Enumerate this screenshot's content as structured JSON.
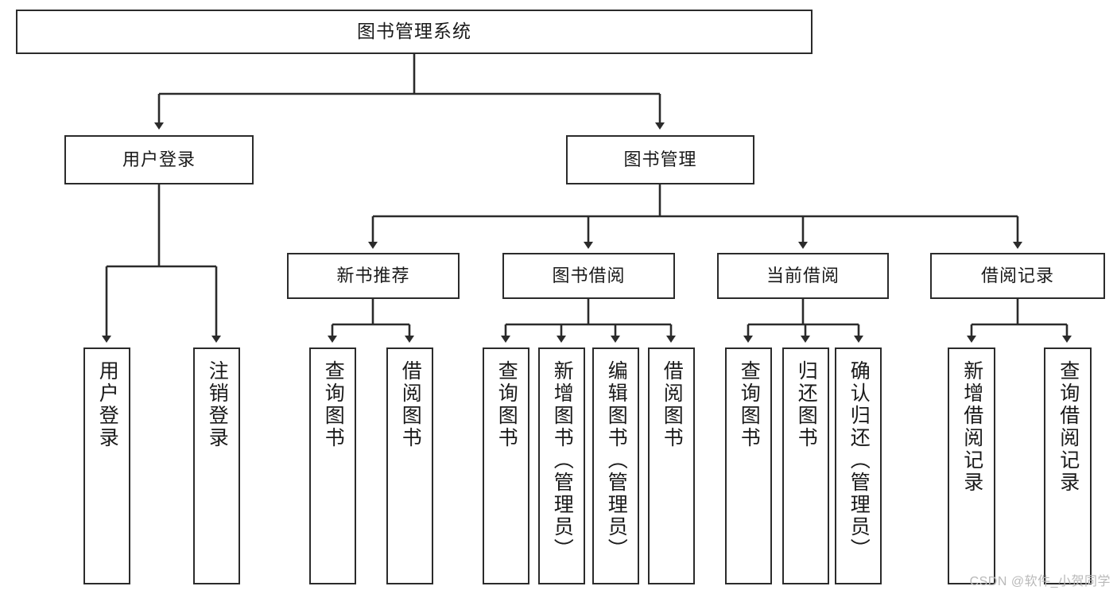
{
  "diagram": {
    "type": "tree",
    "title": "图书管理系统",
    "watermark": "CSDN @软件_小贺同学",
    "colors": {
      "stroke": "#2b2b2b",
      "fill": "#ffffff",
      "text": "#1a1a1a",
      "watermark": "#b9b9b9"
    },
    "nodes": {
      "root": {
        "label": "图书管理系统"
      },
      "level1": [
        {
          "label": "用户登录"
        },
        {
          "label": "图书管理"
        }
      ],
      "level2": [
        {
          "label": "新书推荐"
        },
        {
          "label": "图书借阅"
        },
        {
          "label": "当前借阅"
        },
        {
          "label": "借阅记录"
        }
      ],
      "leaves_user_login": [
        {
          "label": "用户登录"
        },
        {
          "label": "注销登录"
        }
      ],
      "leaves_new_books": [
        {
          "label": "查询图书"
        },
        {
          "label": "借阅图书"
        }
      ],
      "leaves_borrow": [
        {
          "label": "查询图书"
        },
        {
          "label": "新增图书（管理员）"
        },
        {
          "label": "编辑图书（管理员）"
        },
        {
          "label": "借阅图书"
        }
      ],
      "leaves_current": [
        {
          "label": "查询图书"
        },
        {
          "label": "归还图书"
        },
        {
          "label": "确认归还（管理员）"
        }
      ],
      "leaves_records": [
        {
          "label": "新增借阅记录"
        },
        {
          "label": "查询借阅记录"
        }
      ]
    }
  }
}
